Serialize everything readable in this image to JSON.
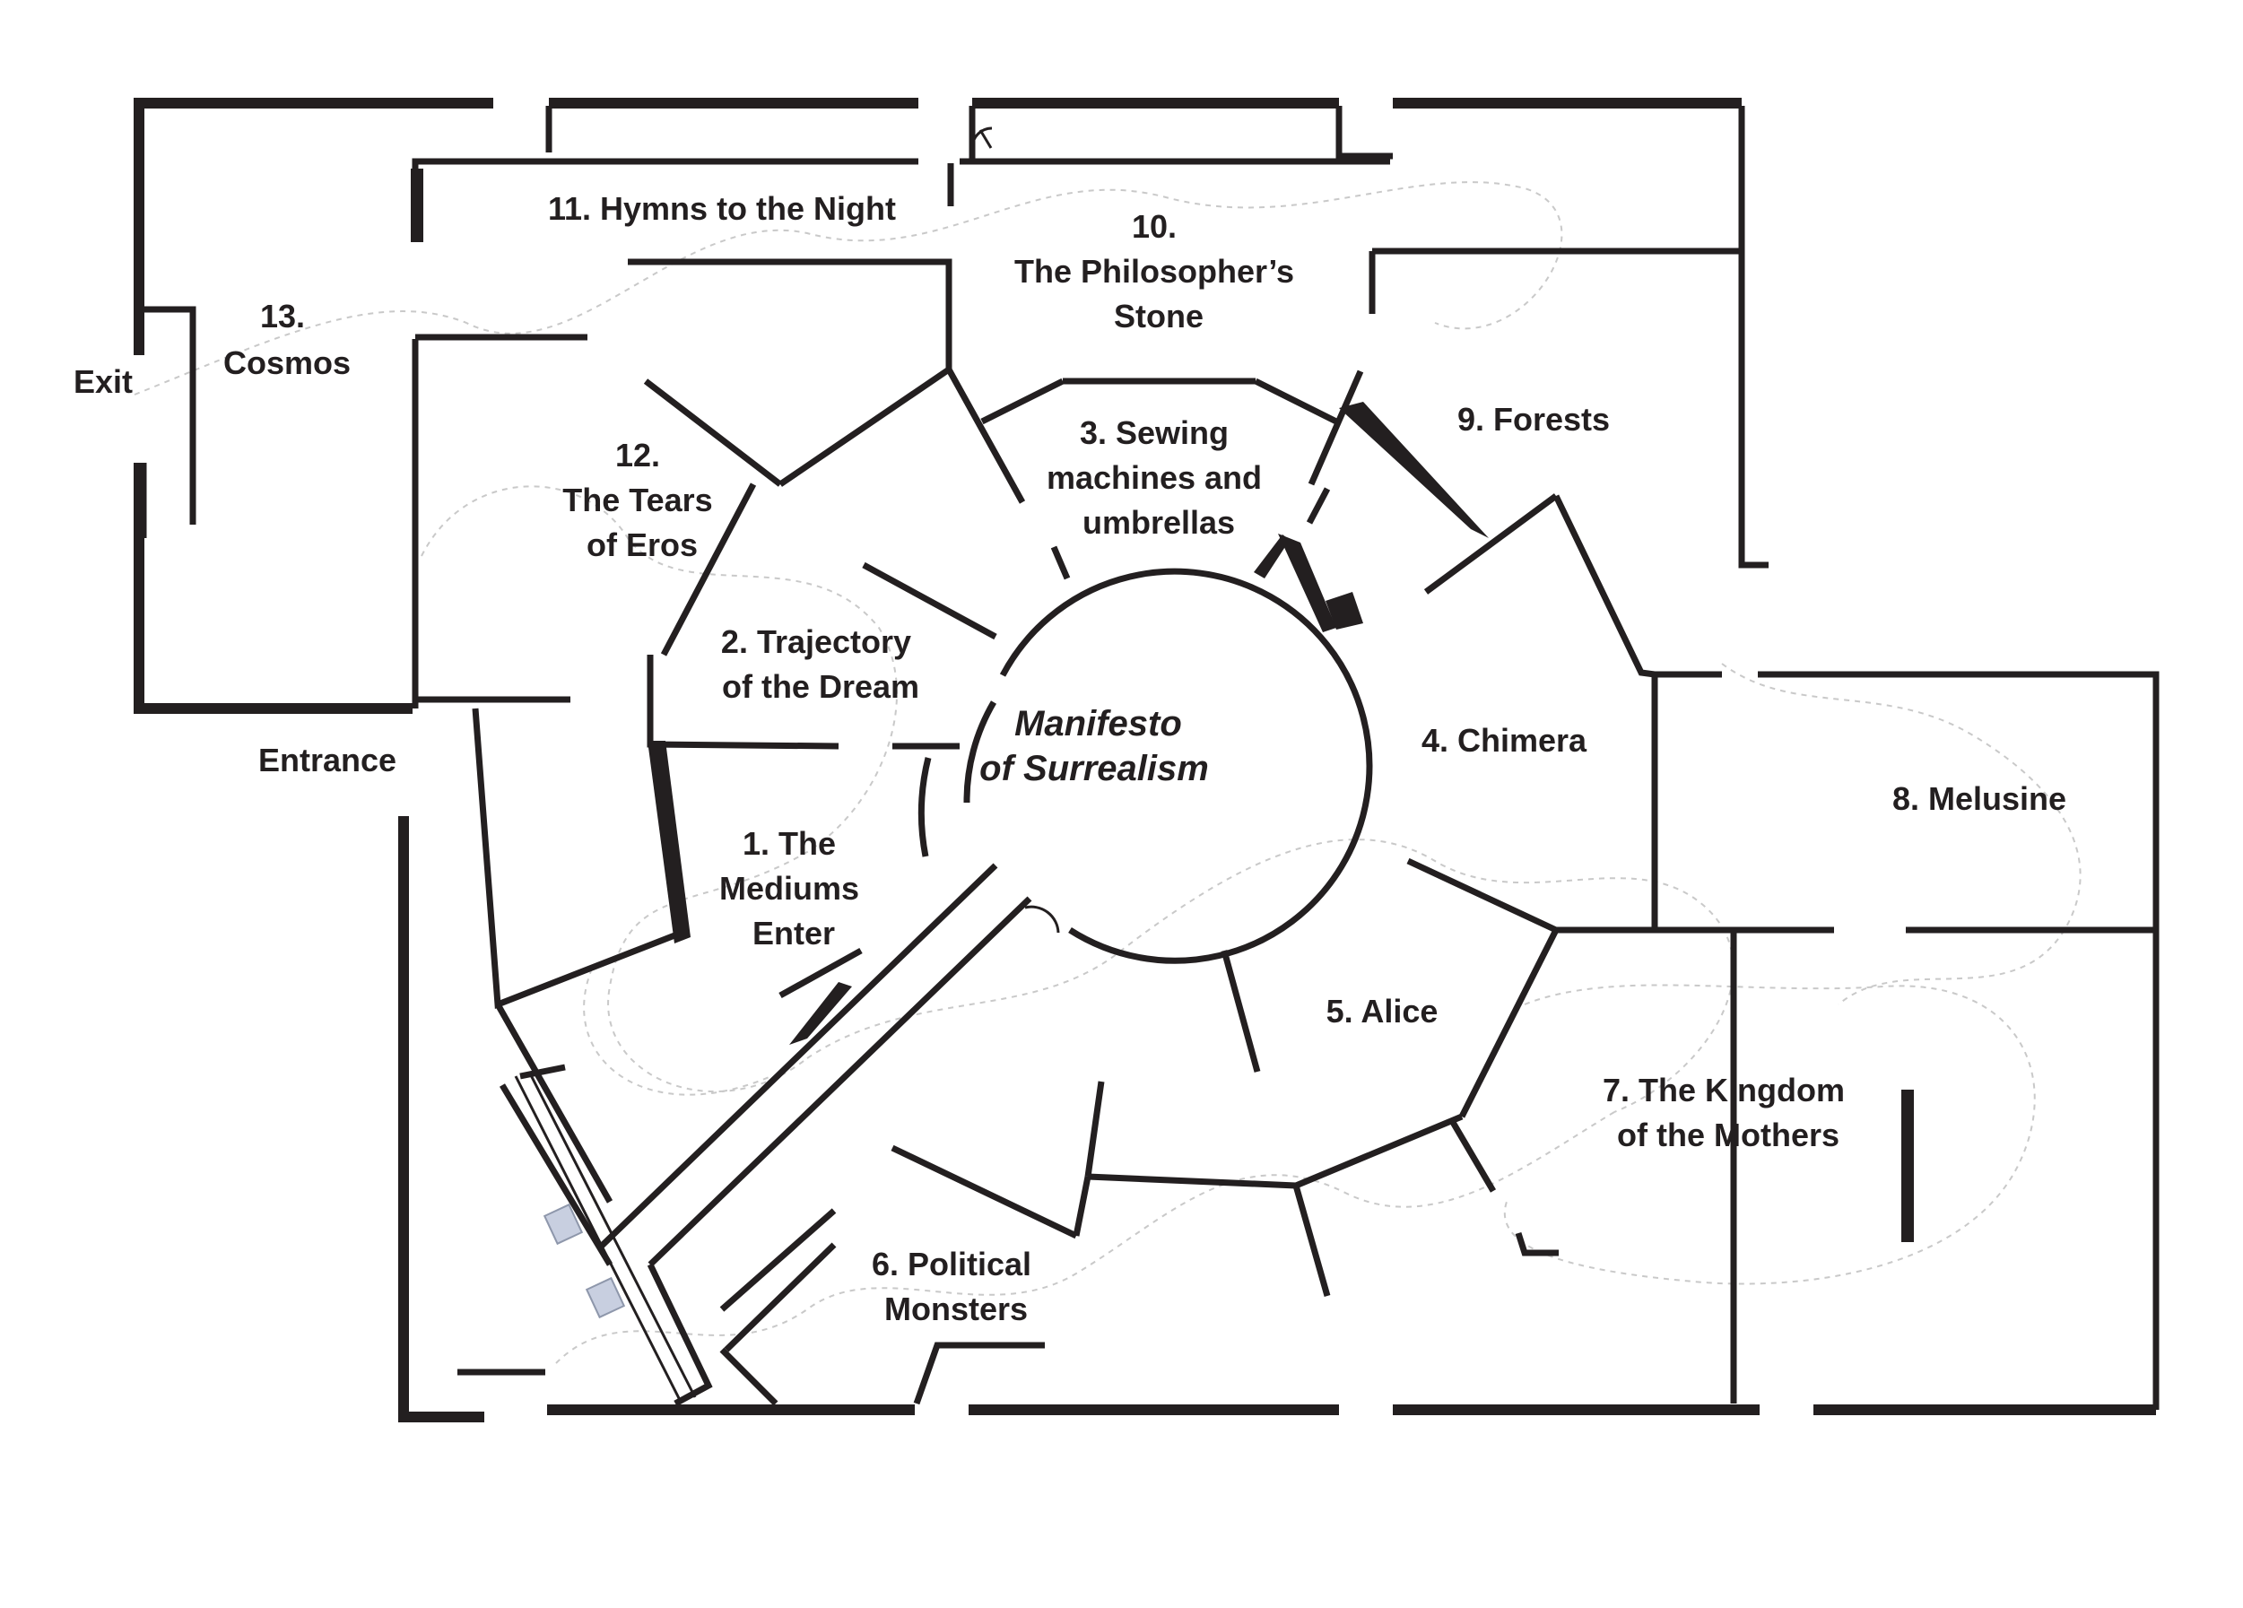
{
  "rooms": [
    {
      "id": "exit",
      "lines": [
        "Exit"
      ]
    },
    {
      "id": "entrance",
      "lines": [
        "Entrance"
      ]
    },
    {
      "id": "r1",
      "lines": [
        "1. The",
        "Mediums",
        "Enter"
      ]
    },
    {
      "id": "r2",
      "lines": [
        "2. Trajectory",
        "of the Dream"
      ]
    },
    {
      "id": "r3",
      "lines": [
        "3. Sewing",
        "machines and",
        "umbrellas"
      ]
    },
    {
      "id": "r4",
      "lines": [
        "4. Chimera"
      ]
    },
    {
      "id": "r5",
      "lines": [
        "5. Alice"
      ]
    },
    {
      "id": "r6",
      "lines": [
        "6. Political",
        "Monsters"
      ]
    },
    {
      "id": "r7",
      "lines": [
        "7. The Kingdom",
        "of the Mothers"
      ]
    },
    {
      "id": "r8",
      "lines": [
        "8. Melusine"
      ]
    },
    {
      "id": "r9",
      "lines": [
        "9. Forests"
      ]
    },
    {
      "id": "r10",
      "lines": [
        "10.",
        "The Philosopher’s",
        "Stone"
      ]
    },
    {
      "id": "r11",
      "lines": [
        "11. Hymns to the Night"
      ]
    },
    {
      "id": "r12",
      "lines": [
        "12.",
        "The Tears",
        "of Eros"
      ]
    },
    {
      "id": "r13",
      "lines": [
        "13.",
        "Cosmos"
      ]
    },
    {
      "id": "center",
      "lines": [
        "Manifesto",
        "of Surrealism"
      ]
    }
  ]
}
